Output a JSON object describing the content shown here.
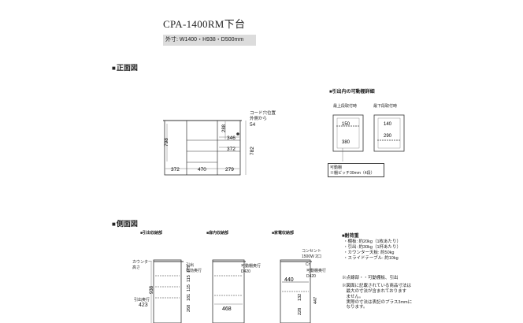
{
  "title": "CPA-1400RM下台",
  "dimensions_label": "外寸: W1400・H938・D500mm",
  "front_section": {
    "heading": "正面図",
    "cord_note": [
      "コード穴位置",
      "外側から"
    ],
    "cord_value": "54",
    "dims": {
      "d288": "288",
      "d346": "346",
      "d798": "798",
      "d372a": "372",
      "d782": "782",
      "d372b": "372",
      "d470": "470",
      "d279": "279"
    }
  },
  "shelf_section": {
    "heading": "引出内の可動棚詳細",
    "label_top": "最上段取付時",
    "label_bottom": "最下段取付時",
    "dims": {
      "d150": "150",
      "d380": "380",
      "d140": "140",
      "d290": "290"
    },
    "note": [
      "可動棚",
      "※棚ピッチ30mm（4段）"
    ]
  },
  "side_section": {
    "heading": "側面図",
    "views": [
      {
        "heading": "引出収納部"
      },
      {
        "heading": "扉内収納部"
      },
      {
        "heading": "家電収納部"
      }
    ],
    "counter_label": [
      "カウンター",
      "高さ"
    ],
    "drawer_label": [
      "引出",
      "有効奥行"
    ],
    "drawer_depth_label": "引出奥行",
    "drawer_depth_value": "423",
    "d938": "938",
    "stack_dims": [
      "179",
      "115",
      "115",
      "181",
      "268"
    ],
    "door_depth_label": [
      "可動棚奥行",
      "D420"
    ],
    "door_width": "468",
    "outlet_label": [
      "コンセント",
      "1500W 2口"
    ],
    "cr_label": "Cr",
    "appliance_shelf": [
      "可動棚奥行",
      "D420"
    ],
    "d440": "440",
    "d447": "447",
    "d132": "132",
    "d228": "228"
  },
  "load_section": {
    "heading": "耐荷重",
    "items": [
      "・棚板: 約20kg（1枚あたり）",
      "・引出: 約30kg（1杯あたり）",
      "・カウンター天板: 約50kg",
      "・スライドテーブル: 約10kg"
    ],
    "notes": [
      "※点線部・・可動棚板、引出",
      "※図面に記載されている商品寸法は",
      "　最大の寸法が含まれております",
      "　ません。",
      "　実際の寸法は表記のプラス3mmに",
      "　なります。"
    ]
  }
}
